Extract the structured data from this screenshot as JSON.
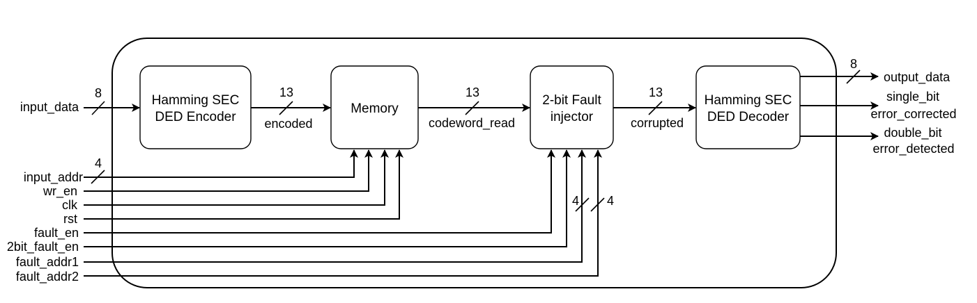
{
  "blocks": {
    "encoder": [
      "Hamming SEC",
      "DED Encoder"
    ],
    "memory": [
      "Memory"
    ],
    "fault_injector": [
      "2-bit Fault",
      "injector"
    ],
    "decoder": [
      "Hamming SEC",
      "DED Decoder"
    ]
  },
  "signals": {
    "input_data": "input_data",
    "input_data_width": "8",
    "encoded": "encoded",
    "encoded_width": "13",
    "codeword_read": "codeword_read",
    "codeword_read_width": "13",
    "corrupted": "corrupted",
    "corrupted_width": "13",
    "output_data": "output_data",
    "output_data_width": "8",
    "single_bit_l1": "single_bit",
    "single_bit_l2": "error_corrected",
    "double_bit_l1": "double_bit",
    "double_bit_l2": "error_detected",
    "input_addr": "input_addr",
    "input_addr_width": "4",
    "wr_en": "wr_en",
    "clk": "clk",
    "rst": "rst",
    "fault_en": "fault_en",
    "fault_2bit_en": "2bit_fault_en",
    "fault_addr1": "fault_addr1",
    "fault_addr1_width": "4",
    "fault_addr2": "fault_addr2",
    "fault_addr2_width": "4"
  }
}
